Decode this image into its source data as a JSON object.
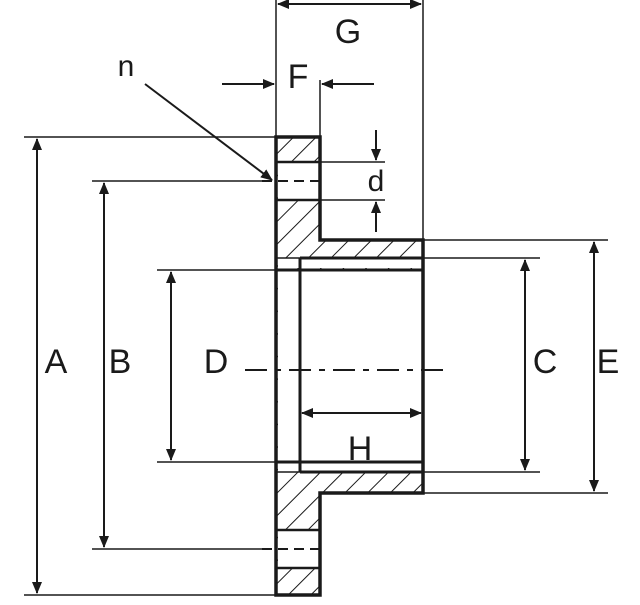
{
  "labels": {
    "A": "A",
    "B": "B",
    "C": "C",
    "D": "D",
    "E": "E",
    "F": "F",
    "G": "G",
    "H": "H",
    "n": "n",
    "d": "d"
  }
}
